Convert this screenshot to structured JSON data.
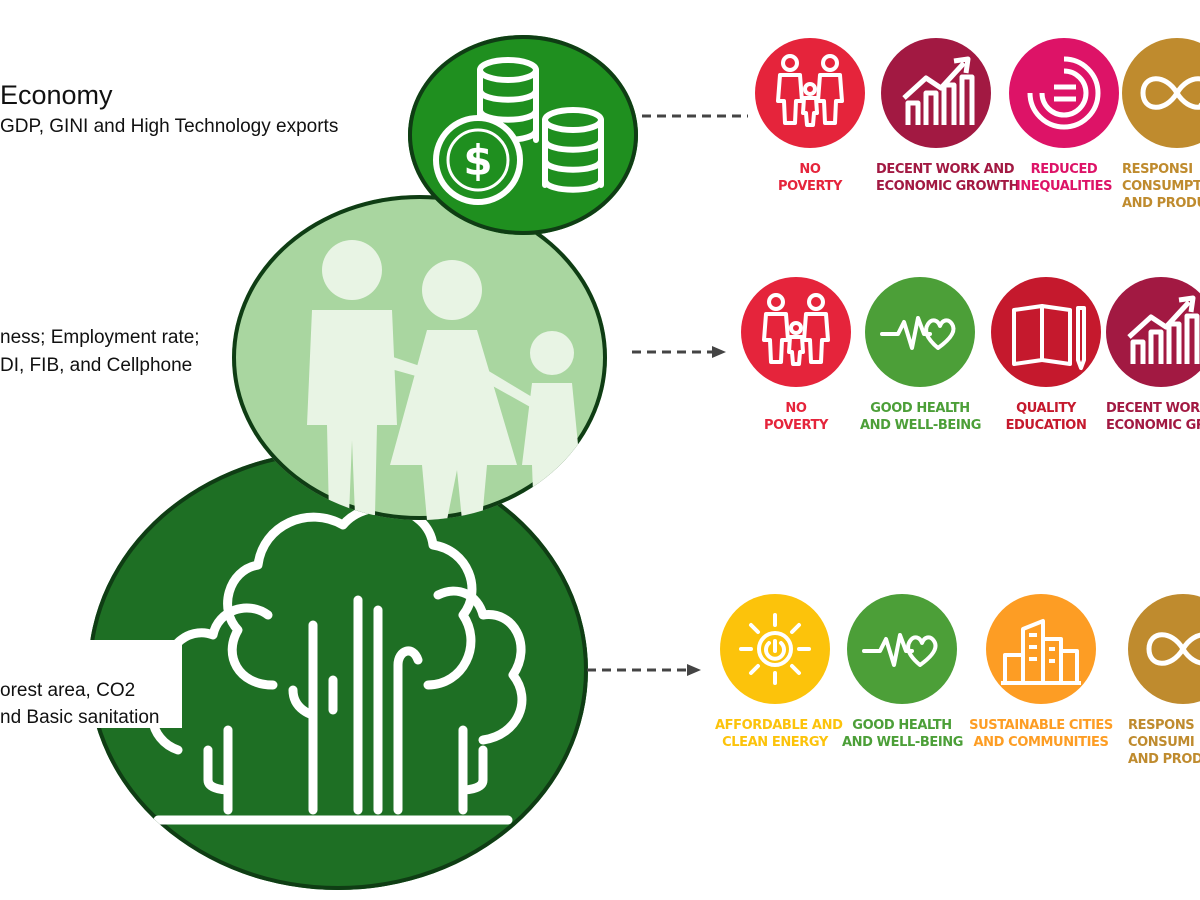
{
  "economy": {
    "title": "Economy",
    "indicators": "GDP, GINI and High Technology exports",
    "icon": "coins-dollar-icon",
    "circle_color": "#1f8f1f"
  },
  "society": {
    "line1": "ness; Employment rate;",
    "line2": "DI, FIB, and Cellphone",
    "icon": "family-icon",
    "circle_color": "#a9d6a0"
  },
  "environment": {
    "line1": "orest area, CO2",
    "line2": "nd Basic sanitation",
    "icon": "trees-icon",
    "circle_color": "#1e6f24"
  },
  "sdg_rows": [
    [
      {
        "line1": "NO",
        "line2": "POVERTY",
        "line3": "",
        "color": "#e5243b",
        "icon": "family-icon"
      },
      {
        "line1": "DECENT WORK AND",
        "line2": "ECONOMIC GROWTH",
        "line3": "",
        "color": "#a21942",
        "icon": "growth-chart-icon"
      },
      {
        "line1": "REDUCED",
        "line2": "INEQUALITIES",
        "line3": "",
        "color": "#dd1367",
        "icon": "equality-icon"
      },
      {
        "line1": "RESPONSI",
        "line2": "CONSUMPT",
        "line3": "AND PRODU",
        "color": "#bf8b2e",
        "icon": "infinity-arrow-icon"
      }
    ],
    [
      {
        "line1": "NO",
        "line2": "POVERTY",
        "line3": "",
        "color": "#e5243b",
        "icon": "family-icon"
      },
      {
        "line1": "GOOD HEALTH",
        "line2": "AND WELL-BEING",
        "line3": "",
        "color": "#4c9f38",
        "icon": "heartbeat-icon"
      },
      {
        "line1": "QUALITY",
        "line2": "EDUCATION",
        "line3": "",
        "color": "#c5192d",
        "icon": "book-pencil-icon"
      },
      {
        "line1": "DECENT WORK A",
        "line2": "ECONOMIC GROW",
        "line3": "",
        "color": "#a21942",
        "icon": "growth-chart-icon"
      }
    ],
    [
      {
        "line1": "AFFORDABLE AND",
        "line2": "CLEAN ENERGY",
        "line3": "",
        "color": "#fcc30b",
        "icon": "sun-power-icon"
      },
      {
        "line1": "GOOD HEALTH",
        "line2": "AND WELL-BEING",
        "line3": "",
        "color": "#4c9f38",
        "icon": "heartbeat-icon"
      },
      {
        "line1": "SUSTAINABLE CITIES",
        "line2": "AND COMMUNITIES",
        "line3": "",
        "color": "#fd9d24",
        "icon": "city-buildings-icon"
      },
      {
        "line1": "RESPONS",
        "line2": "CONSUMI",
        "line3": "AND PRODU",
        "color": "#bf8b2e",
        "icon": "infinity-arrow-icon"
      }
    ]
  ]
}
